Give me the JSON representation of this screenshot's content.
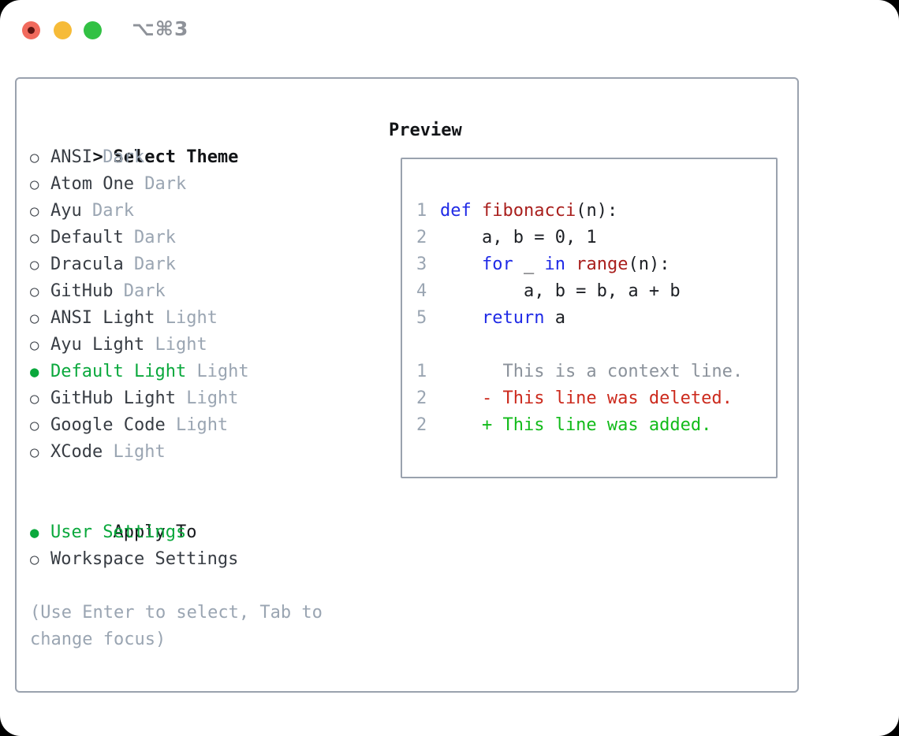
{
  "titlebar": {
    "title": "⌥⌘3"
  },
  "colors": {
    "accent_green": "#0aa83c",
    "kw": "#1f2ae6",
    "fn": "#a91f1d",
    "code": "#1c1f24",
    "ctx": "#8b929b",
    "del": "#cc2a1d",
    "add": "#12bb1a",
    "muted_gray": "#9aa5b2",
    "border_gray": "#9aa2ae",
    "traffic_red": "#f16a5d",
    "traffic_yellow": "#f6bb38",
    "traffic_green": "#32c144",
    "window_bg": "#ffffff"
  },
  "theme_list": {
    "cursor": ">",
    "title": "Select Theme",
    "radio_empty": "○",
    "radio_selected": "●",
    "items": [
      {
        "name": "ANSI",
        "tag": "Dark",
        "selected": false
      },
      {
        "name": "Atom One",
        "tag": "Dark",
        "selected": false
      },
      {
        "name": "Ayu",
        "tag": "Dark",
        "selected": false
      },
      {
        "name": "Default",
        "tag": "Dark",
        "selected": false
      },
      {
        "name": "Dracula",
        "tag": "Dark",
        "selected": false
      },
      {
        "name": "GitHub",
        "tag": "Dark",
        "selected": false
      },
      {
        "name": "ANSI Light",
        "tag": "Light",
        "selected": false
      },
      {
        "name": "Ayu Light",
        "tag": "Light",
        "selected": false
      },
      {
        "name": "Default Light",
        "tag": "Light",
        "selected": true
      },
      {
        "name": "GitHub Light",
        "tag": "Light",
        "selected": false
      },
      {
        "name": "Google Code",
        "tag": "Light",
        "selected": false
      },
      {
        "name": "XCode",
        "tag": "Light",
        "selected": false
      }
    ]
  },
  "apply_to": {
    "title": "Apply To",
    "options": [
      {
        "label": "User Settings",
        "selected": true
      },
      {
        "label": "Workspace Settings",
        "selected": false
      }
    ]
  },
  "help_text": {
    "line1": "(Use Enter to select, Tab to",
    "line2": "change focus)"
  },
  "preview": {
    "title": "Preview",
    "lines": [
      {
        "num": "1",
        "segments": [
          {
            "t": "def",
            "c": "kw"
          },
          {
            "t": " ",
            "c": "code"
          },
          {
            "t": "fibonacci",
            "c": "fn"
          },
          {
            "t": "(n):",
            "c": "code"
          }
        ]
      },
      {
        "num": "2",
        "segments": [
          {
            "t": "    a, b = 0, 1",
            "c": "code"
          }
        ]
      },
      {
        "num": "3",
        "segments": [
          {
            "t": "    ",
            "c": "code"
          },
          {
            "t": "for",
            "c": "kw"
          },
          {
            "t": " _ ",
            "c": "code"
          },
          {
            "t": "in",
            "c": "kw"
          },
          {
            "t": " ",
            "c": "code"
          },
          {
            "t": "range",
            "c": "fn"
          },
          {
            "t": "(n):",
            "c": "code"
          }
        ]
      },
      {
        "num": "4",
        "segments": [
          {
            "t": "        a, b = b, a + b",
            "c": "code"
          }
        ]
      },
      {
        "num": "5",
        "segments": [
          {
            "t": "    ",
            "c": "code"
          },
          {
            "t": "return",
            "c": "kw"
          },
          {
            "t": " a",
            "c": "code"
          }
        ]
      },
      {
        "num": "",
        "segments": []
      },
      {
        "num": "1",
        "segments": [
          {
            "t": "      This is a context line.",
            "c": "ctx"
          }
        ]
      },
      {
        "num": "2",
        "segments": [
          {
            "t": "    - This line was deleted.",
            "c": "del"
          }
        ]
      },
      {
        "num": "2",
        "segments": [
          {
            "t": "    + This line was added.",
            "c": "add"
          }
        ]
      }
    ]
  }
}
